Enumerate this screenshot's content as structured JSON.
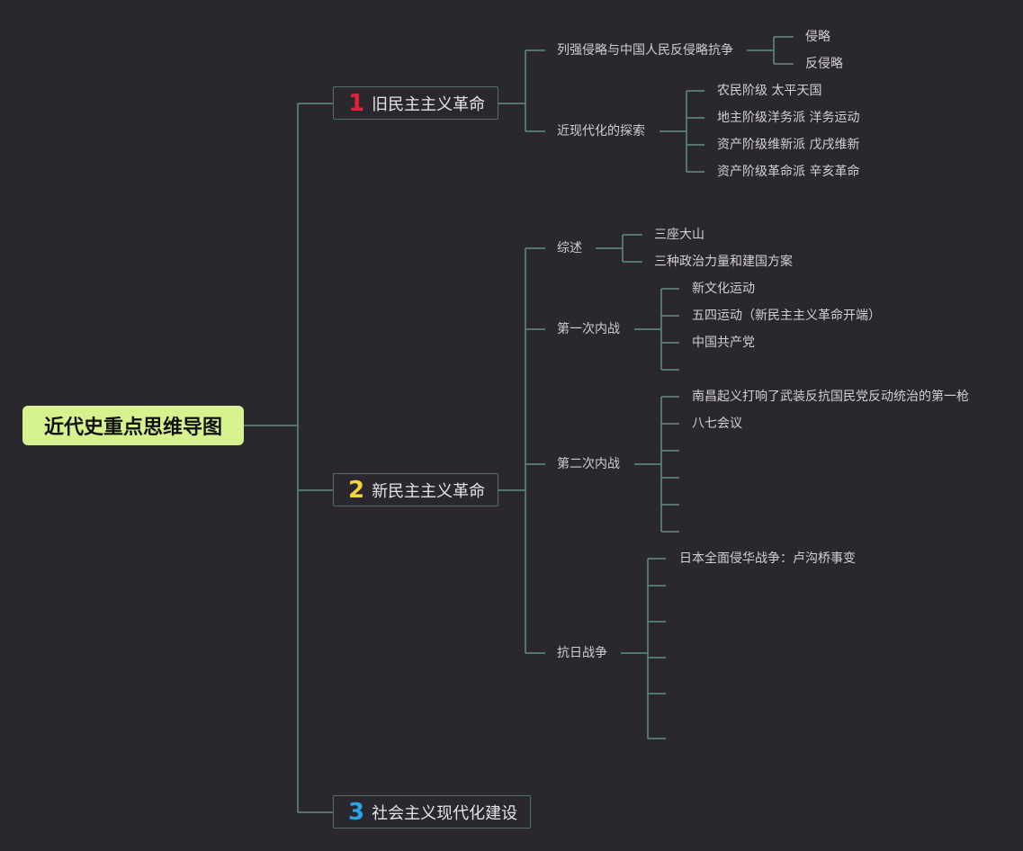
{
  "root": {
    "label": "近代史重点思维导图"
  },
  "colors": {
    "background": "#2b272e",
    "line": "#5f8f86",
    "root_fill": "#d5f28e",
    "num1": "#e0213a",
    "num2": "#f4d33c",
    "num3": "#2ba4e6"
  },
  "branches": [
    {
      "num": "1",
      "label": "旧民主主义革命",
      "subs": [
        {
          "label": "列强侵略与中国人民反侵略抗争",
          "items": [
            "侵略",
            "反侵略"
          ]
        },
        {
          "label": "近现代化的探索",
          "items": [
            "农民阶级 太平天国",
            "地主阶级洋务派 洋务运动",
            "资产阶级维新派 戊戌维新",
            "资产阶级革命派 辛亥革命"
          ]
        }
      ]
    },
    {
      "num": "2",
      "label": "新民主主义革命",
      "subs": [
        {
          "label": "综述",
          "items": [
            "三座大山",
            "三种政治力量和建国方案"
          ]
        },
        {
          "label": "第一次内战",
          "items": [
            "新文化运动",
            "五四运动（新民主主义革命开端）",
            "中国共产党",
            ""
          ]
        },
        {
          "label": "第二次内战",
          "items": [
            "南昌起义打响了武装反抗国民党反动统治的第一枪",
            "八七会议",
            "",
            "",
            "",
            ""
          ]
        },
        {
          "label": "抗日战争",
          "items": [
            "日本全面侵华战争：卢沟桥事变",
            "",
            "",
            "",
            "",
            ""
          ]
        }
      ]
    },
    {
      "num": "3",
      "label": "社会主义现代化建设",
      "subs": []
    }
  ]
}
